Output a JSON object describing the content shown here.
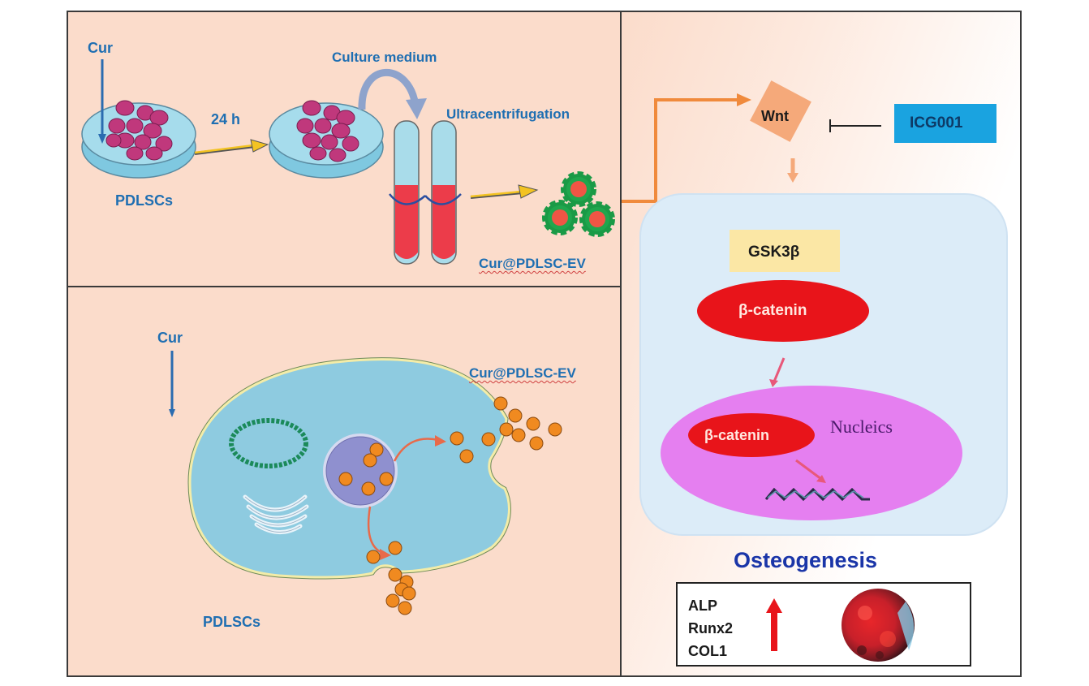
{
  "top_panel": {
    "cur_label": "Cur",
    "time_label": "24 h",
    "culture_label": "Culture medium",
    "ultra_label": "Ultracentrifugation",
    "cells_label": "PDLSCs",
    "ev_label": "Cur@PDLSC-EV"
  },
  "bottom_panel": {
    "cur_label": "Cur",
    "ev_label": "Cur@PDLSC-EV",
    "cells_label": "PDLSCs"
  },
  "right_panel": {
    "wnt_label": "Wnt",
    "inhibitor_label": "ICG001",
    "gsk_label": "GSK3β",
    "bcat_cyto_label": "β-catenin",
    "bcat_nuc_label": "β-catenin",
    "nucleus_label": "Nucleics",
    "outcome_title": "Osteogenesis",
    "markers": [
      "ALP",
      "Runx2",
      "COL1"
    ],
    "marker_trend": "up"
  },
  "colors": {
    "panel_bg": "#fbdccb",
    "label_blue": "#1f6fb2",
    "osteo_blue": "#1a35a8",
    "wnt_orange": "#f5a97a",
    "icg_blue": "#1aa3e0",
    "gsk_yellow": "#fbe7a5",
    "bcat_red": "#e8141a",
    "nucleus_pink": "#e57ff0",
    "cell_blue": "#e3f1fb"
  }
}
